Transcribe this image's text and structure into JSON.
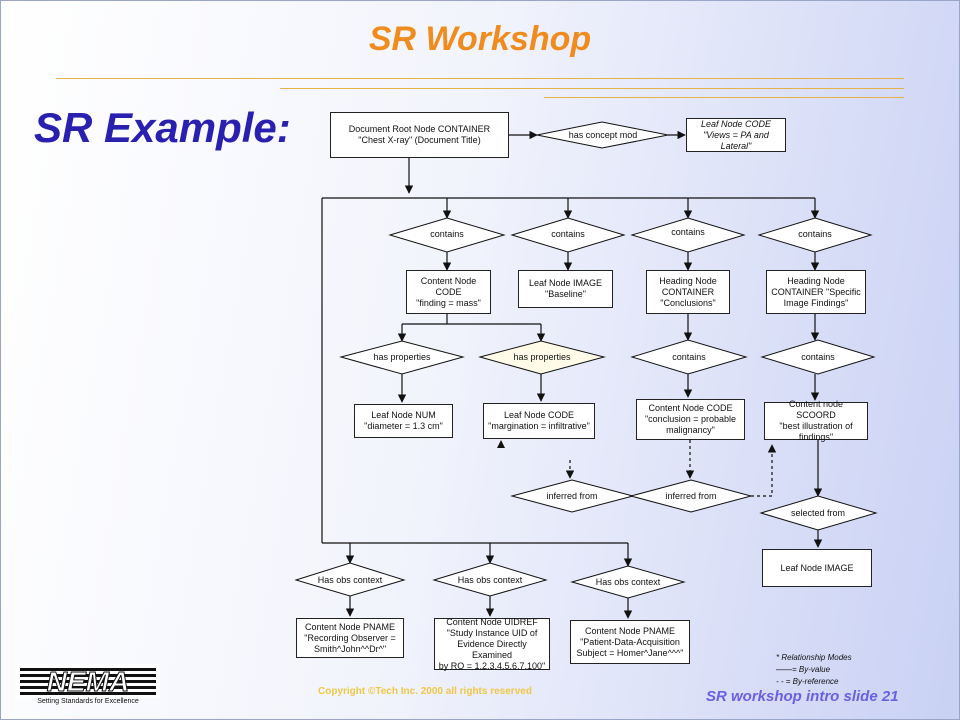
{
  "slide": {
    "title": "SR Workshop",
    "subtitle": "SR Example:",
    "copyright": "Copyright ©Tech Inc. 2000 all rights reserved",
    "slide_label": "SR workshop intro slide 21",
    "logo_text": "NEMA",
    "logo_tagline": "Setting Standards for Excellence"
  },
  "diagram": {
    "nodes": {
      "root": "Document Root Node CONTAINER\n\"Chest X-ray\" (Document Title)",
      "views": "Leaf Node CODE\n\"Views = PA and Lateral\"",
      "finding": "Content Node CODE\n\"finding = mass\"",
      "baseline": "Leaf Node IMAGE\n\"Baseline\"",
      "conclusions": "Heading Node\nCONTAINER\n\"Conclusions\"",
      "specific": "Heading Node\nCONTAINER \"Specific\nImage Findings\"",
      "diameter": "Leaf Node NUM\n\"diameter = 1.3 cm\"",
      "margination": "Leaf Node CODE\n\"margination = infiltrative\"",
      "conclusion_code": "Content Node CODE\n\"conclusion = probable\nmalignancy\"",
      "scoord": "Content node SCOORD\n\"best illustration of\nfindings\"",
      "leaf_image": "Leaf Node IMAGE",
      "observer": "Content Node PNAME\n\"Recording Observer =\nSmith^John^^Dr^\"",
      "uidref": "Content Node UIDREF\n\"Study Instance UID of\nEvidence Directly Examined\nby RO = 1.2.3.4.5.6.7.100\"",
      "subject": "Content Node PNAME\n\"Patient-Data-Acquisition\nSubject = Homer^Jane^^^\""
    },
    "relations": {
      "has_concept_mod": "has concept mod",
      "contains_1": "contains",
      "contains_2": "contains",
      "contains_3": "contains",
      "contains_4": "contains",
      "has_properties_1": "has properties",
      "has_properties_2": "has properties",
      "contains_5": "contains",
      "contains_6": "contains",
      "inferred_1": "inferred from",
      "inferred_2": "inferred from",
      "selected_from": "selected from",
      "obs_1": "Has obs context",
      "obs_2": "Has obs context",
      "obs_3": "Has obs context"
    },
    "legend": {
      "title": "* Relationship Modes",
      "by_value": "= By-value",
      "by_reference": "= By-reference"
    }
  }
}
